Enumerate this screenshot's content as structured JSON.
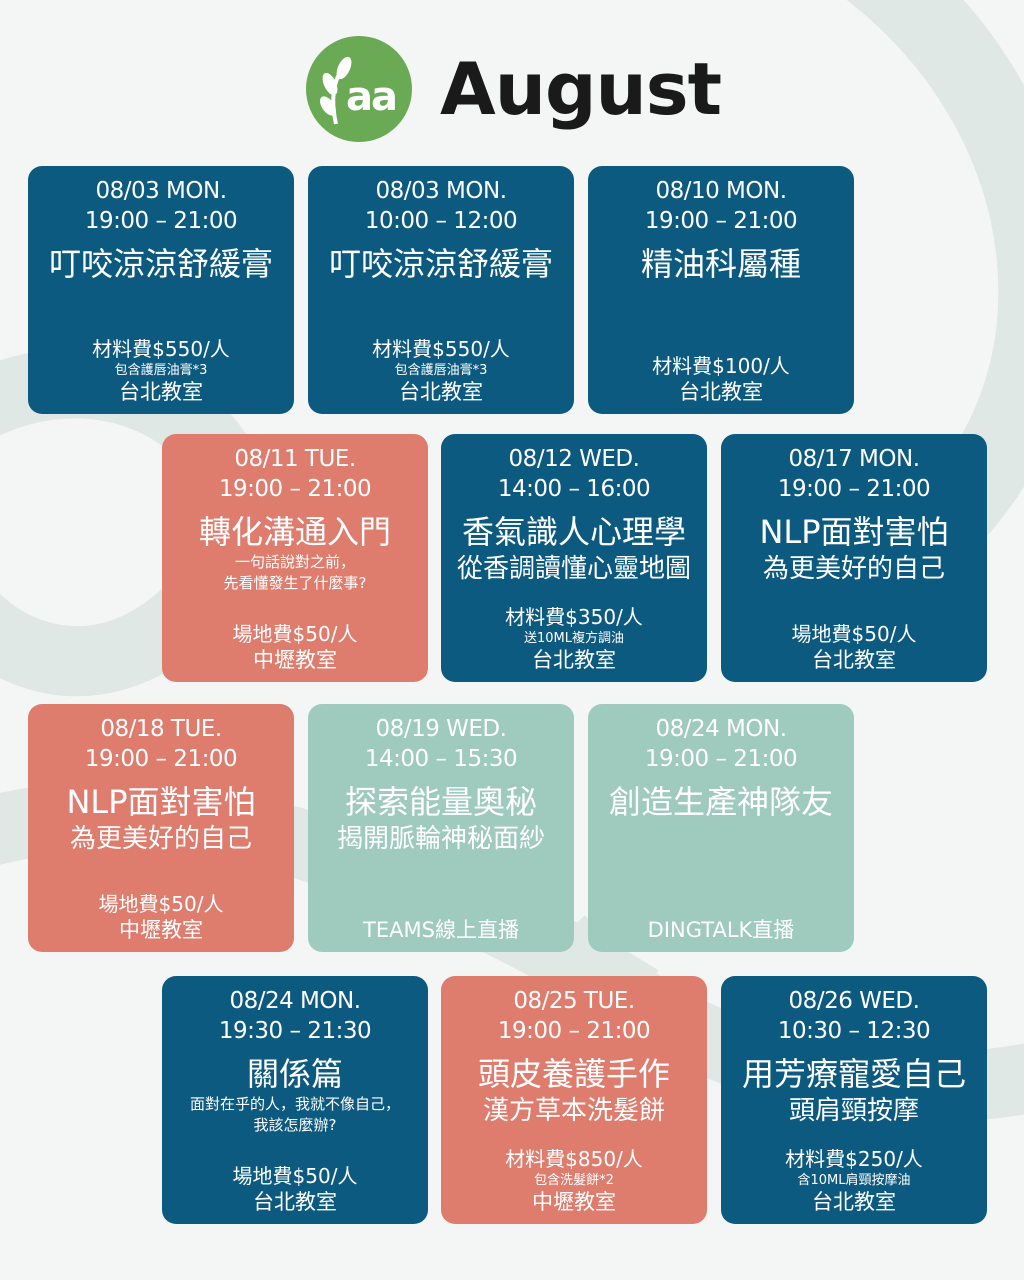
{
  "header": {
    "logo_text": "aa",
    "title": "August"
  },
  "colors": {
    "blue": "#0d5a80",
    "coral": "#de7c6e",
    "mint": "#9fcabe",
    "logo_green": "#6aaa55"
  },
  "events": [
    {
      "color": "blue",
      "date": "08/03 MON.",
      "time": "19:00 – 21:00",
      "title": "叮咬涼涼舒緩膏",
      "subtitle": "",
      "note": "",
      "fee": "材料費$550/人",
      "fee_note": "包含護唇油膏*3",
      "location": "台北教室"
    },
    {
      "color": "blue",
      "date": "08/03 MON.",
      "time": "10:00 – 12:00",
      "title": "叮咬涼涼舒緩膏",
      "subtitle": "",
      "note": "",
      "fee": "材料費$550/人",
      "fee_note": "包含護唇油膏*3",
      "location": "台北教室"
    },
    {
      "color": "blue",
      "date": "08/10 MON.",
      "time": "19:00 – 21:00",
      "title": "精油科屬種",
      "subtitle": "",
      "note": "",
      "fee": "材料費$100/人",
      "fee_note": "",
      "location": "台北教室"
    },
    {
      "color": "coral",
      "date": "08/11 TUE.",
      "time": "19:00 – 21:00",
      "title": "轉化溝通入門",
      "subtitle": "",
      "note": "一句話說對之前，\n先看懂發生了什麼事?",
      "fee": "場地費$50/人",
      "fee_note": "",
      "location": "中壢教室"
    },
    {
      "color": "blue",
      "date": "08/12 WED.",
      "time": "14:00 – 16:00",
      "title": "香氣識人心理學",
      "subtitle": "從香調讀懂心靈地圖",
      "note": "",
      "fee": "材料費$350/人",
      "fee_note": "送10ML複方調油",
      "location": "台北教室"
    },
    {
      "color": "blue",
      "date": "08/17 MON.",
      "time": "19:00 – 21:00",
      "title": "NLP面對害怕",
      "subtitle": "為更美好的自己",
      "note": "",
      "fee": "場地費$50/人",
      "fee_note": "",
      "location": "台北教室"
    },
    {
      "color": "coral",
      "date": "08/18 TUE.",
      "time": "19:00 – 21:00",
      "title": "NLP面對害怕",
      "subtitle": "為更美好的自己",
      "note": "",
      "fee": "場地費$50/人",
      "fee_note": "",
      "location": "中壢教室"
    },
    {
      "color": "mint",
      "date": "08/19 WED.",
      "time": "14:00 – 15:30",
      "title": "探索能量奧秘",
      "subtitle": "揭開脈輪神秘面紗",
      "note": "",
      "fee": "",
      "fee_note": "",
      "location": "TEAMS線上直播"
    },
    {
      "color": "mint",
      "date": "08/24 MON.",
      "time": "19:00 – 21:00",
      "title": "創造生產神隊友",
      "subtitle": "",
      "note": "",
      "fee": "",
      "fee_note": "",
      "location": "DINGTALK直播"
    },
    {
      "color": "blue",
      "date": "08/24 MON.",
      "time": "19:30 – 21:30",
      "title": "關係篇",
      "subtitle": "",
      "note": "面對在乎的人，我就不像自己，\n我該怎麼辦?",
      "fee": "場地費$50/人",
      "fee_note": "",
      "location": "台北教室"
    },
    {
      "color": "coral",
      "date": "08/25 TUE.",
      "time": "19:00 – 21:00",
      "title": "頭皮養護手作",
      "subtitle": "漢方草本洗髮餅",
      "note": "",
      "fee": "材料費$850/人",
      "fee_note": "包含洗髮餅*2",
      "location": "中壢教室"
    },
    {
      "color": "blue",
      "date": "08/26 WED.",
      "time": "10:30 – 12:30",
      "title": "用芳療寵愛自己",
      "subtitle": "頭肩頸按摩",
      "note": "",
      "fee": "材料費$250/人",
      "fee_note": "含10ML肩頸按摩油",
      "location": "台北教室"
    }
  ]
}
